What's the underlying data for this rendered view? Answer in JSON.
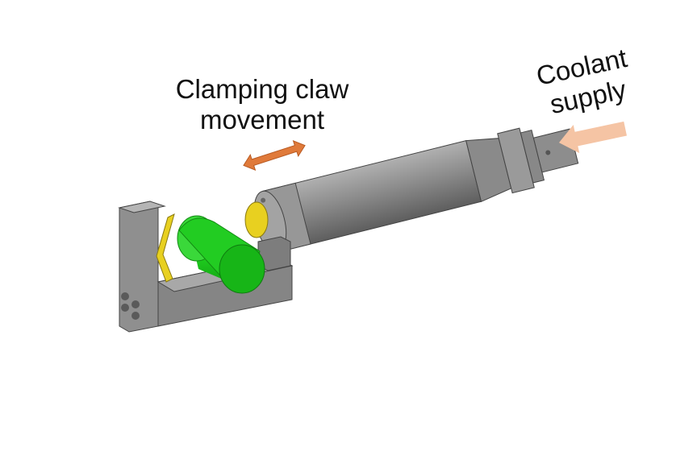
{
  "labels": {
    "clamping": {
      "line1": "Clamping claw",
      "line2": "movement"
    },
    "coolant": {
      "line1": "Coolant",
      "line2": "supply"
    }
  },
  "colors": {
    "body_gray": "#8a8a8a",
    "body_dark": "#6a6a6a",
    "body_light": "#a6a6a6",
    "workpiece_green": "#22cc22",
    "claw_yellow": "#e8d020",
    "arrow_orange": "#e07a3a",
    "arrow_peach": "#f5c4a4"
  }
}
